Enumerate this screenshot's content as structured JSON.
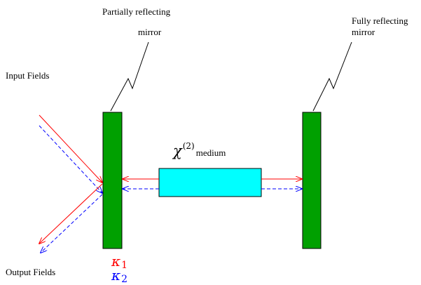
{
  "labels": {
    "partial_mirror_line1": "Partially reflecting",
    "partial_mirror_line2": "mirror",
    "full_mirror_line1": "Fully reflecting",
    "full_mirror_line2": "mirror",
    "input_fields": "Input Fields",
    "output_fields": "Output Fields",
    "medium_symbol": "χ",
    "medium_superscript": "(2)",
    "medium_word": "medium",
    "kappa1_symbol": "κ",
    "kappa1_sub": "1",
    "kappa2_symbol": "κ",
    "kappa2_sub": "2"
  },
  "colors": {
    "mirror": "#00a000",
    "medium": "#00ffff",
    "field1": "#ff0000",
    "field2": "#0000ff",
    "outline": "#000000"
  }
}
